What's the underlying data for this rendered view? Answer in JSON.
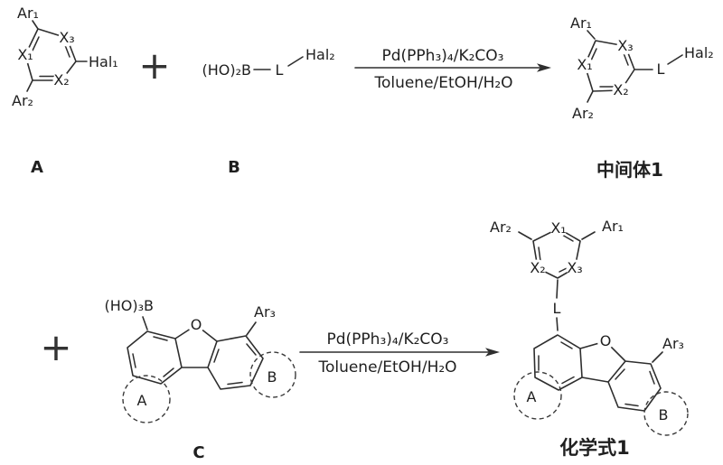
{
  "style": {
    "ink": "#2e2e2e",
    "background": "#ffffff"
  },
  "scheme": {
    "step1": {
      "plus": "+",
      "reactant_a": {
        "label": "A",
        "ar1": "Ar₁",
        "ar2": "Ar₂",
        "hal1": "Hal₁",
        "x1": "X₁",
        "x2": "X₂",
        "x3": "X₃"
      },
      "reactant_b": {
        "label": "B",
        "boronic": "(HO)₂B",
        "linker": "L",
        "hal2": "Hal₂"
      },
      "conditions": {
        "catalyst": "Pd(PPh₃)₄/K₂CO₃",
        "solvent": "Toluene/EtOH/H₂O"
      },
      "product": {
        "label": "中间体1",
        "ar1": "Ar₁",
        "ar2": "Ar₂",
        "x1": "X₁",
        "x2": "X₂",
        "x3": "X₃",
        "linker": "L",
        "hal2": "Hal₂"
      }
    },
    "step2": {
      "plus": "+",
      "reactant_c": {
        "label": "C",
        "boronic": "(HO)₃B",
        "oxygen": "O",
        "ar3": "Ar₃",
        "ring_a": "A",
        "ring_b": "B"
      },
      "conditions": {
        "catalyst": "Pd(PPh₃)₄/K₂CO₃",
        "solvent": "Toluene/EtOH/H₂O"
      },
      "product": {
        "label": "化学式1",
        "ar1": "Ar₁",
        "ar2": "Ar₂",
        "ar3": "Ar₃",
        "x1": "X₁",
        "x2": "X₂",
        "x3": "X₃",
        "linker": "L",
        "oxygen": "O",
        "ring_a": "A",
        "ring_b": "B"
      }
    }
  }
}
